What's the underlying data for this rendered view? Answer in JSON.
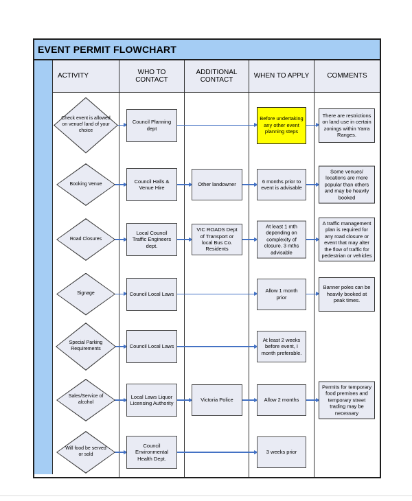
{
  "page": {
    "title": "EVENT PERMIT FLOWCHART"
  },
  "columns": [
    "ACTIVITY",
    "WHO TO CONTACT",
    "ADDITIONAL CONTACT",
    "WHEN TO APPLY",
    "COMMENTS"
  ],
  "colors": {
    "band_blue": "#A5CDF4",
    "box_fill": "#E9EBF4",
    "highlight_yellow": "#FFFF00",
    "arrow_blue": "#4472C4"
  },
  "rows": [
    {
      "activity": "Check event is allowed on venue/ land of your choice",
      "who": "Council Planning dept",
      "additional": null,
      "when": "Before undertaking any other event planning steps",
      "when_highlight": true,
      "comments": "There are restrictions on land use in certain zonings within Yarra Ranges."
    },
    {
      "activity": "Booking Venue",
      "who": "Council Halls & Venue Hire",
      "additional": "Other landowner",
      "when": "6 months prior to event is advisable",
      "when_highlight": false,
      "comments": "Some venues/ locations are more popular than others and may be heavily booked"
    },
    {
      "activity": "Road Closures",
      "who": "Local Council Traffic Engineers dept.",
      "additional": "VIC ROADS Dept of Transport or local Bus Co. Residents",
      "when": "At least 1 mth depending on complexity of closure. 3 mths advisable",
      "when_highlight": false,
      "comments": "A traffic management plan is required for any road closure or event that may alter the flow of traffic for pedestrian or vehicles"
    },
    {
      "activity": "Signage",
      "who": "Council Local Laws",
      "additional": null,
      "when": "Allow 1 month prior",
      "when_highlight": false,
      "comments": "Banner poles can be heavily booked at peak times."
    },
    {
      "activity": "Special Parking Requirements",
      "who": "Council Local Laws",
      "additional": null,
      "when": "At least 2 weeks before event, I month preferable.",
      "when_highlight": false,
      "comments": null
    },
    {
      "activity": "Sales/Service of alcohol",
      "who": "Local Laws Liquor Licensing Authority",
      "additional": "Victoria Police",
      "when": "Allow 2 months",
      "when_highlight": false,
      "comments": "Permits for temporary food premises and temporary street trading may be necessary"
    },
    {
      "activity": "Will food be served or sold",
      "who": "Council Environmental Health Dept.",
      "additional": null,
      "when": "3 weeks prior",
      "when_highlight": false,
      "comments": null
    }
  ]
}
